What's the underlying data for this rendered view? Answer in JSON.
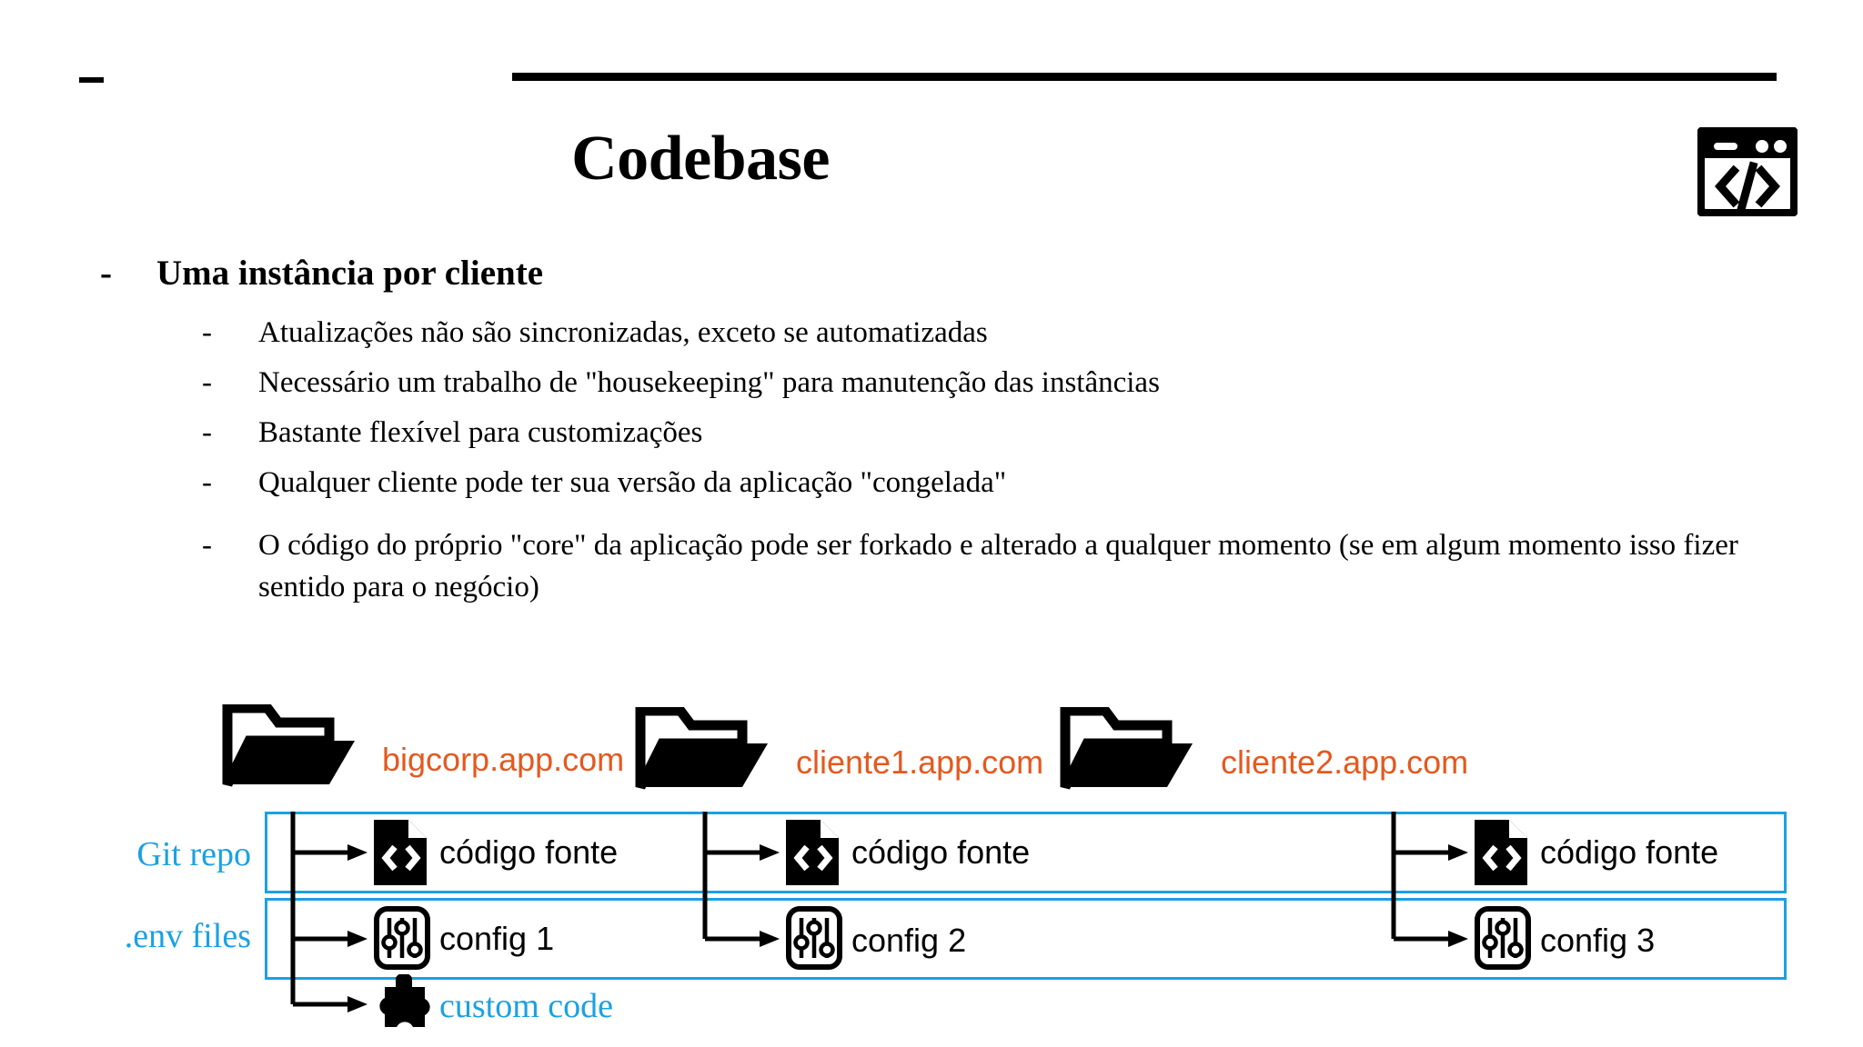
{
  "slide": {
    "title": "Codebase",
    "header_icon": "code-window-icon",
    "rule_top_short": "—",
    "rule_top_long": "———"
  },
  "bullets": {
    "level1": {
      "marker": "-",
      "text": "Uma instância por cliente"
    },
    "level2_marker": "-",
    "level2": [
      "Atualizações não são sincronizadas, exceto se automatizadas",
      "Necessário um trabalho de \"housekeeping\" para manutenção das instâncias",
      "Bastante flexível para customizações",
      "Qualquer cliente pode ter sua versão da aplicação \"congelada\"",
      "O código do próprio \"core\" da aplicação pode ser forkado e alterado a qualquer momento (se em algum momento isso fizer sentido para o negócio)"
    ]
  },
  "diagram": {
    "side_labels": [
      {
        "text": "Git repo",
        "color": "#1BA1E2"
      },
      {
        "text": ".env files",
        "color": "#1BA1E2"
      }
    ],
    "accent_orange": "#E4591F",
    "accent_blue": "#1BA1E2",
    "columns": [
      {
        "folder_label": "bigcorp.app.com",
        "folder_icon": "folder-open-icon",
        "nodes": [
          {
            "icon": "code-file-icon",
            "label": "código fonte",
            "color": "#000000"
          },
          {
            "icon": "sliders-icon",
            "label": "config 1",
            "color": "#000000"
          },
          {
            "icon": "puzzle-piece-icon",
            "label": "custom code",
            "color": "#1BA1E2"
          }
        ]
      },
      {
        "folder_label": "cliente1.app.com",
        "folder_icon": "folder-open-icon",
        "nodes": [
          {
            "icon": "code-file-icon",
            "label": "código fonte",
            "color": "#000000"
          },
          {
            "icon": "sliders-icon",
            "label": "config 2",
            "color": "#000000"
          }
        ]
      },
      {
        "folder_label": "cliente2.app.com",
        "folder_icon": "folder-open-icon",
        "nodes": [
          {
            "icon": "code-file-icon",
            "label": "código fonte",
            "color": "#000000"
          },
          {
            "icon": "sliders-icon",
            "label": "config 3",
            "color": "#000000"
          }
        ]
      }
    ]
  }
}
